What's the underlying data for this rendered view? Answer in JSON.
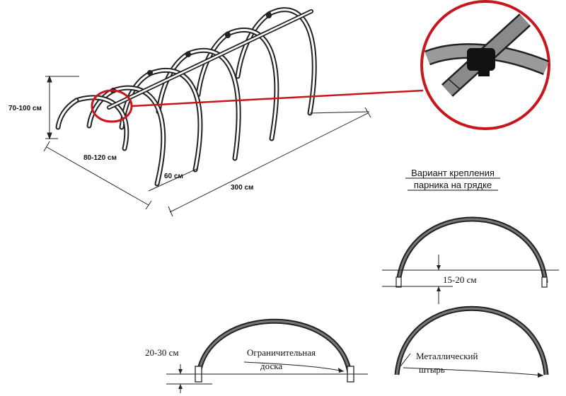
{
  "dimensions": {
    "height": "70-100 см",
    "width": "80-120 см",
    "spacing": "60 см",
    "length": "300 см"
  },
  "caption": {
    "line1": "Вариант крепления",
    "line2": "парника на грядке"
  },
  "bottom_left": {
    "depth": "20-30 см",
    "board_line1": "Ограничительная",
    "board_line2": "доска"
  },
  "bottom_right": {
    "depth": "15-20 см",
    "pin_line1": "Металлический",
    "pin_line2": "штырь"
  },
  "colors": {
    "highlight": "#c8161d",
    "line": "#222222",
    "arch_gray": "#7a7a7a"
  }
}
